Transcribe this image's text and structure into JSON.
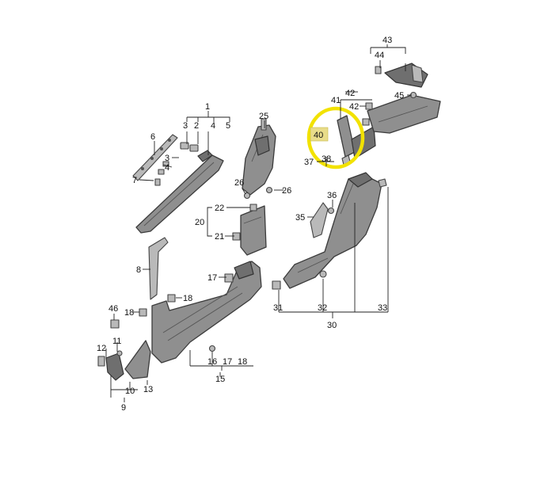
{
  "highlight": {
    "color": "#f2e200",
    "part_number": "40"
  },
  "callouts": [
    {
      "id": "1",
      "text": "1"
    },
    {
      "id": "3",
      "text": "3"
    },
    {
      "id": "2",
      "text": "2"
    },
    {
      "id": "4a",
      "text": "4"
    },
    {
      "id": "5",
      "text": "5"
    },
    {
      "id": "6",
      "text": "6"
    },
    {
      "id": "3b",
      "text": "3"
    },
    {
      "id": "4b",
      "text": "4"
    },
    {
      "id": "7",
      "text": "7"
    },
    {
      "id": "25",
      "text": "25"
    },
    {
      "id": "26a",
      "text": "26"
    },
    {
      "id": "26b",
      "text": "26"
    },
    {
      "id": "22",
      "text": "22"
    },
    {
      "id": "20",
      "text": "20"
    },
    {
      "id": "21",
      "text": "21"
    },
    {
      "id": "8",
      "text": "8"
    },
    {
      "id": "17",
      "text": "17"
    },
    {
      "id": "46",
      "text": "46"
    },
    {
      "id": "18a",
      "text": "18"
    },
    {
      "id": "18b",
      "text": "18"
    },
    {
      "id": "12",
      "text": "12"
    },
    {
      "id": "11",
      "text": "11"
    },
    {
      "id": "10",
      "text": "10"
    },
    {
      "id": "9",
      "text": "9"
    },
    {
      "id": "13",
      "text": "13"
    },
    {
      "id": "16",
      "text": "16"
    },
    {
      "id": "17b",
      "text": "17"
    },
    {
      "id": "18c",
      "text": "18"
    },
    {
      "id": "15",
      "text": "15"
    },
    {
      "id": "43",
      "text": "43"
    },
    {
      "id": "44",
      "text": "44"
    },
    {
      "id": "42a",
      "text": "42"
    },
    {
      "id": "41",
      "text": "41"
    },
    {
      "id": "42b",
      "text": "42"
    },
    {
      "id": "45",
      "text": "45"
    },
    {
      "id": "40",
      "text": "40"
    },
    {
      "id": "37",
      "text": "37"
    },
    {
      "id": "38",
      "text": "38"
    },
    {
      "id": "36",
      "text": "36"
    },
    {
      "id": "35",
      "text": "35"
    },
    {
      "id": "31",
      "text": "31"
    },
    {
      "id": "32",
      "text": "32"
    },
    {
      "id": "33",
      "text": "33"
    },
    {
      "id": "30",
      "text": "30"
    }
  ]
}
